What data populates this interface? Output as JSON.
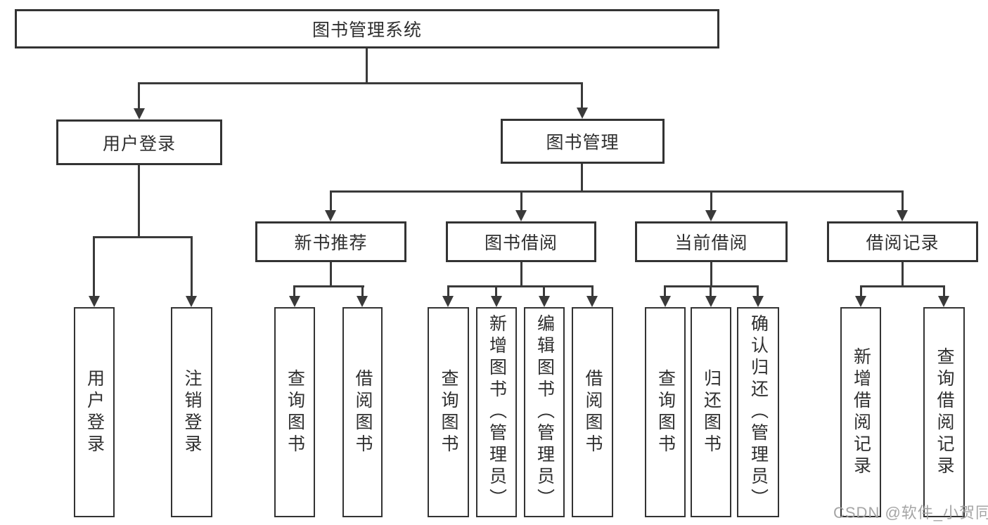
{
  "diagram": {
    "root": {
      "label": "图书管理系统"
    },
    "level2": [
      {
        "label": "用户登录"
      },
      {
        "label": "图书管理"
      }
    ],
    "level3": [
      {
        "label": "新书推荐"
      },
      {
        "label": "图书借阅"
      },
      {
        "label": "当前借阅"
      },
      {
        "label": "借阅记录"
      }
    ],
    "leaves": {
      "user": [
        "用户登录",
        "注销登录"
      ],
      "newbook": [
        "查询图书",
        "借阅图书"
      ],
      "borrow": [
        "查询图书",
        "新增图书（管理员）",
        "编辑图书（管理员）",
        "借阅图书"
      ],
      "current": [
        "查询图书",
        "归还图书",
        "确认归还（管理员）"
      ],
      "records": [
        "新增借阅记录",
        "查询借阅记录"
      ]
    },
    "colors": {
      "line": "#3a3a3a",
      "border": "#333333",
      "text": "#2f2f2f"
    }
  },
  "watermark": {
    "text": "CSDN @软件_小贺同学"
  }
}
